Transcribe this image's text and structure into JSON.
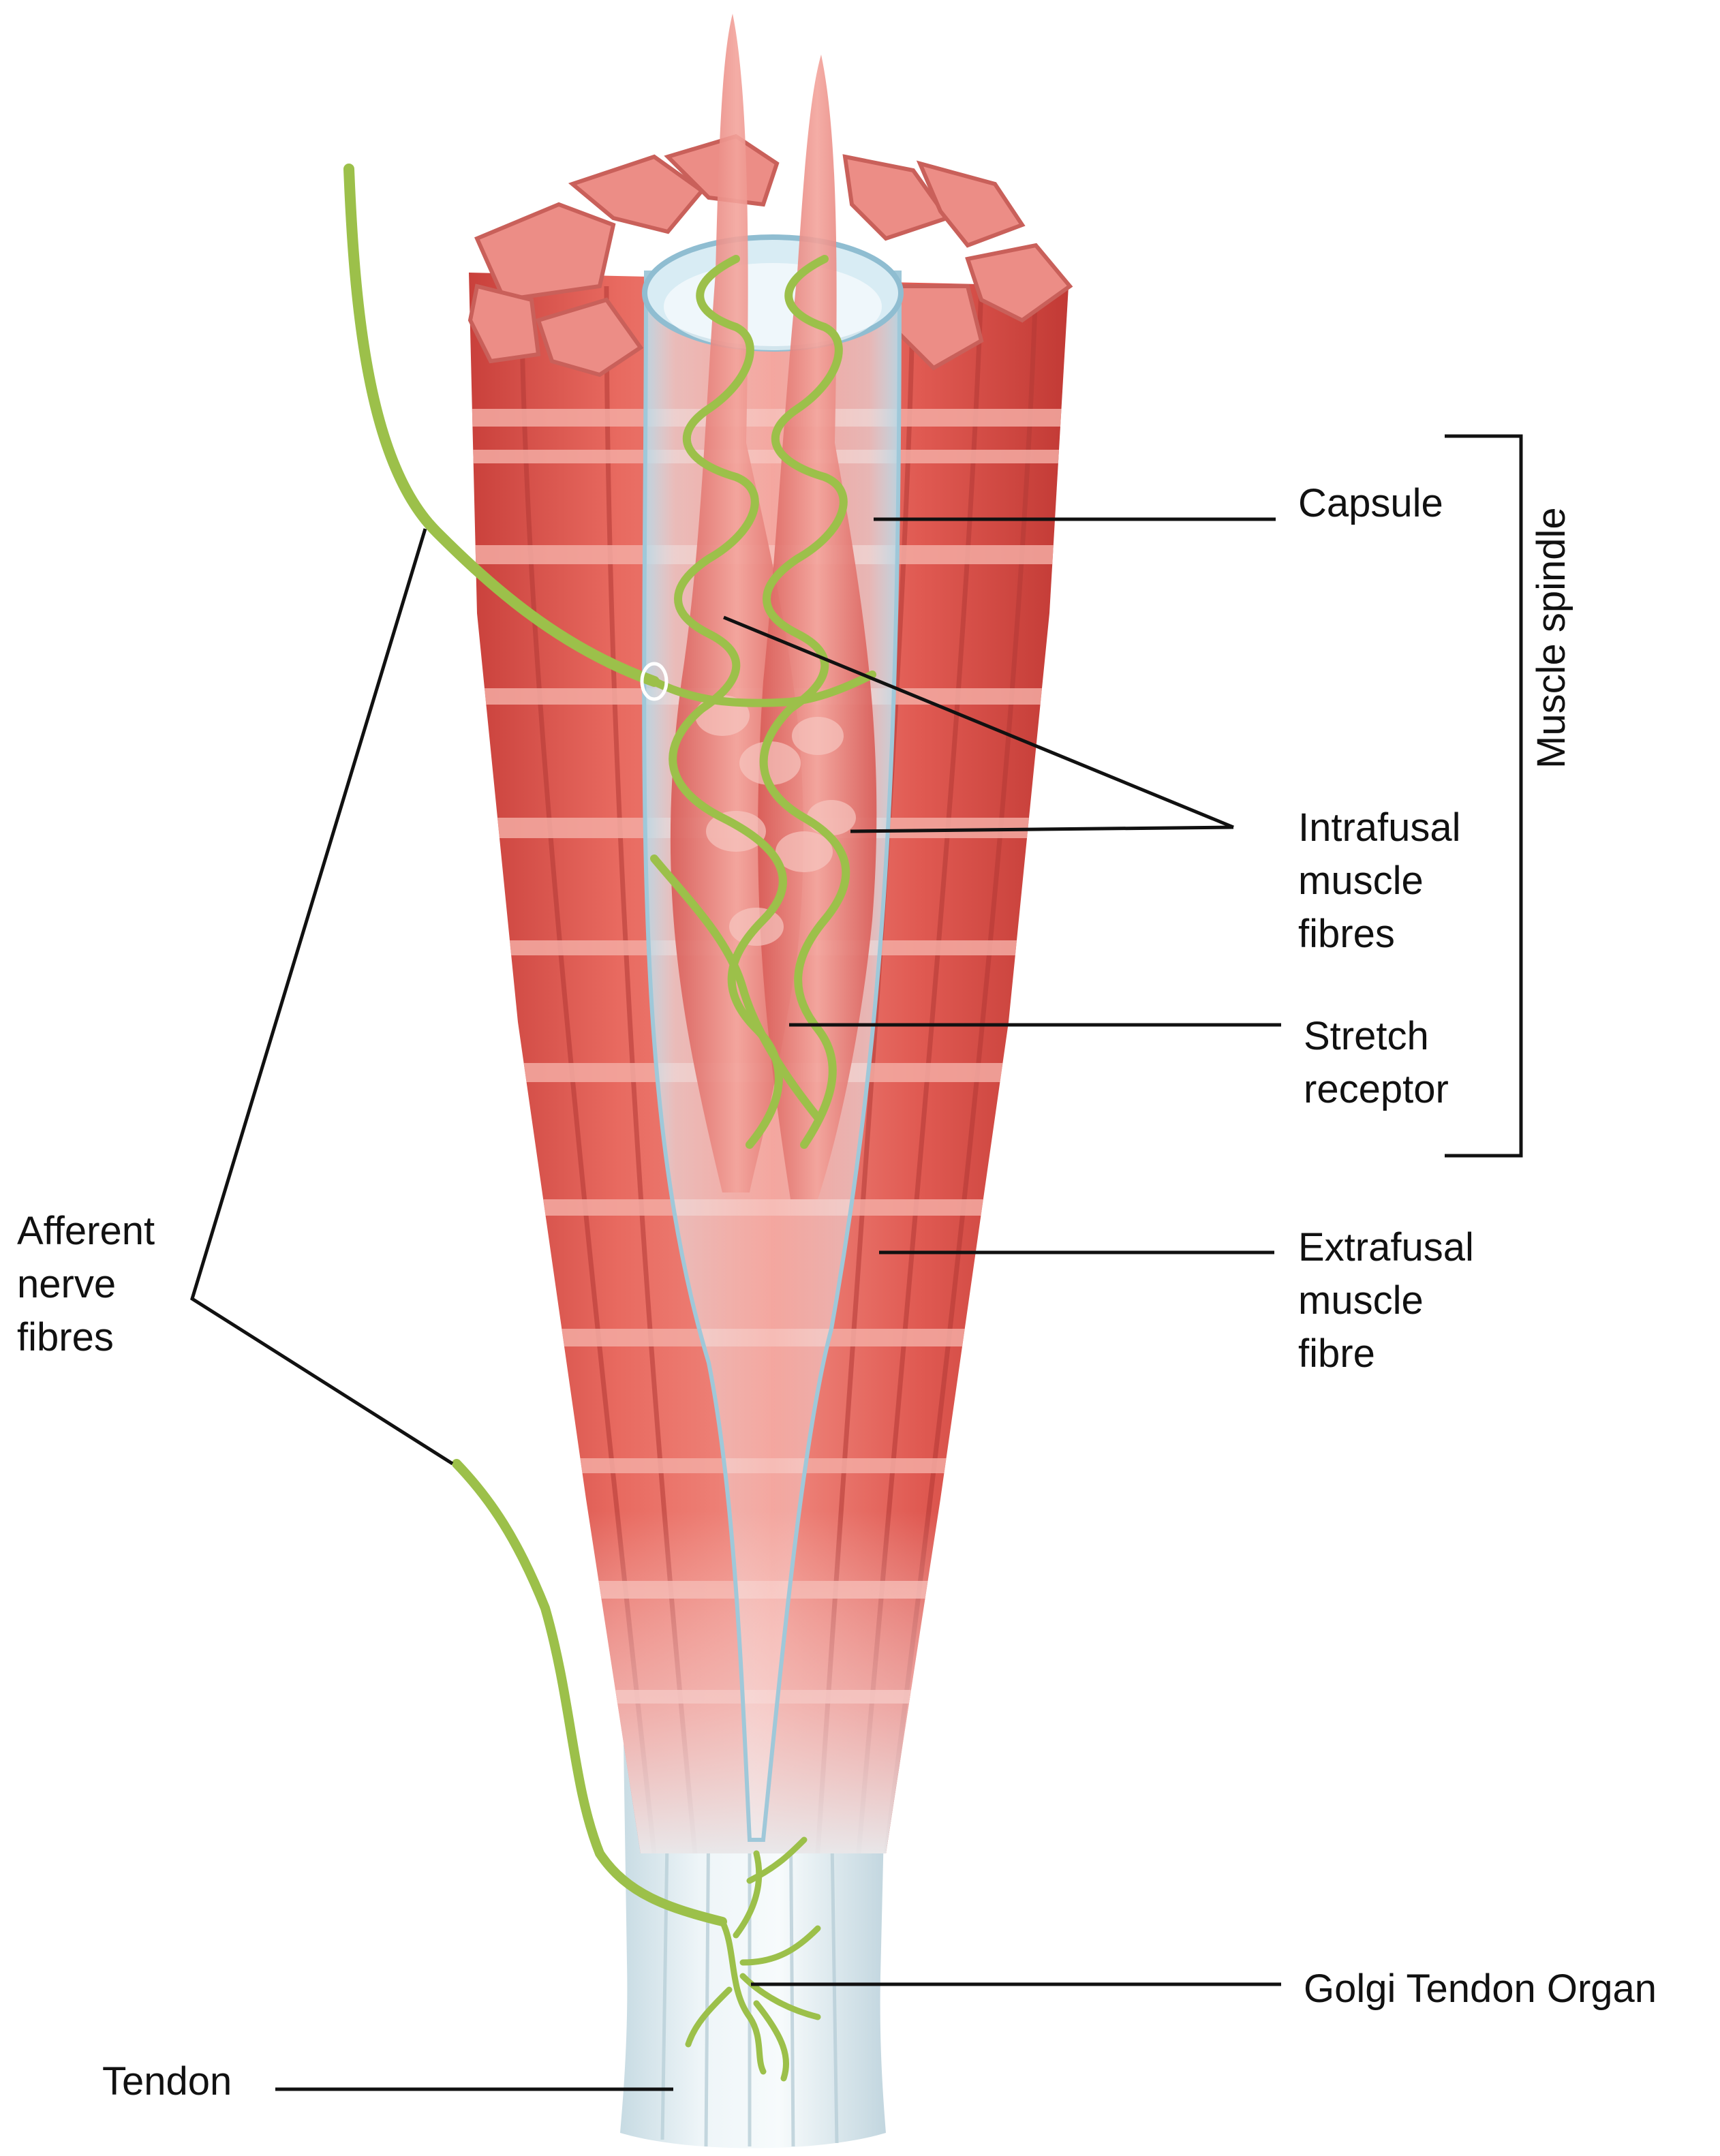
{
  "labels": {
    "capsule": "Capsule",
    "intrafusal": [
      "Intrafusal",
      "muscle",
      "fibres"
    ],
    "stretch_receptor": [
      "Stretch",
      "receptor"
    ],
    "extrafusal": [
      "Extrafusal",
      "muscle",
      "fibre"
    ],
    "golgi_tendon_organ": "Golgi Tendon Organ",
    "afferent": [
      "Afferent",
      "nerve",
      "fibres"
    ],
    "tendon": "Tendon",
    "muscle_spindle": "Muscle spindle"
  },
  "colors": {
    "muscle": "#e0564f",
    "muscle_highlight": "#f2a49c",
    "muscle_top": "#ec8d86",
    "nerve": "#9cc04a",
    "capsule": "#cfe6f0",
    "tendon": "#dde9ee",
    "line": "#111111"
  }
}
